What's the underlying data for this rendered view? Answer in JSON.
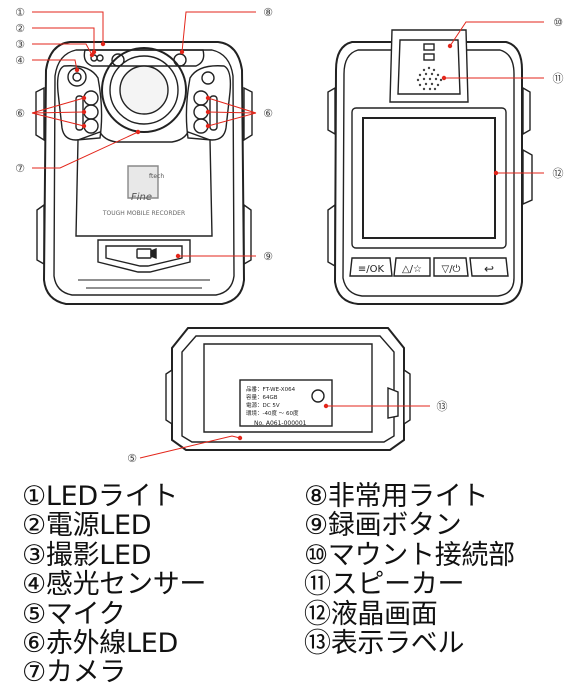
{
  "device_text": {
    "logo_top": "ftech",
    "logo_word": "Fine",
    "tagline": "TOUGH MOBILE RECORDER"
  },
  "buttons": {
    "menu_ok": "≡/OK",
    "up_star": "△/☆",
    "down_power": "▽/⏻",
    "back": "↩"
  },
  "label_plate": {
    "lines": [
      "品番：FT-WE-X064",
      "容量：64GB",
      "電源：DC 5V",
      "環境：-40度 ～ 60度"
    ],
    "serial": "No. A061-000001"
  },
  "callout_markers": [
    "①",
    "②",
    "③",
    "④",
    "⑤",
    "⑥",
    "⑥",
    "⑦",
    "⑧",
    "⑨",
    "⑩",
    "⑪",
    "⑫",
    "⑬"
  ],
  "legend": {
    "left": [
      "①LEDライト",
      "②電源LED",
      "③撮影LED",
      "④感光センサー",
      "⑤マイク",
      "⑥赤外線LED",
      "⑦カメラ"
    ],
    "right": [
      "⑧非常用ライト",
      "⑨録画ボタン",
      "⑩マウント接続部",
      "⑪スピーカー",
      "⑫液晶画面",
      "⑬表示ラベル"
    ]
  },
  "colors": {
    "callout": "#e3261b",
    "outline": "#222222",
    "body": "#ffffff"
  }
}
